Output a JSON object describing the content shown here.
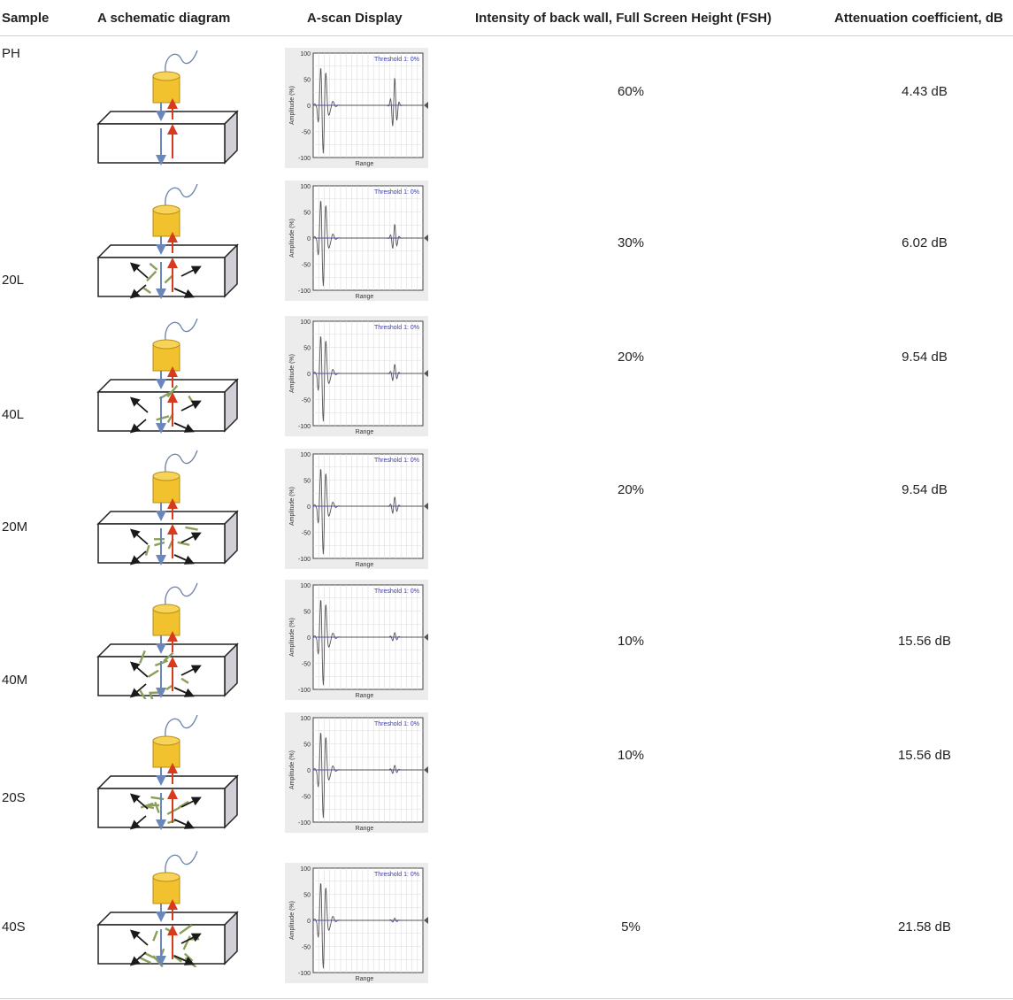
{
  "table": {
    "headers": {
      "sample": "Sample",
      "schematic": "A schematic diagram",
      "ascan": "A-scan Display",
      "fsh": "Intensity of back wall, Full Screen Height (FSH)",
      "attenuation": "Attenuation coefficient, dB"
    },
    "rows": [
      {
        "sample": "PH",
        "fsh": "60%",
        "attenuation": "4.43 dB"
      },
      {
        "sample": "20L",
        "fsh": "30%",
        "attenuation": "6.02 dB"
      },
      {
        "sample": "40L",
        "fsh": "20%",
        "attenuation": "9.54 dB"
      },
      {
        "sample": "20M",
        "fsh": "20%",
        "attenuation": "9.54 dB"
      },
      {
        "sample": "40M",
        "fsh": "10%",
        "attenuation": "15.56 dB"
      },
      {
        "sample": "20S",
        "fsh": "10%",
        "attenuation": "15.56 dB"
      },
      {
        "sample": "40S",
        "fsh": "5%",
        "attenuation": "21.58 dB"
      }
    ]
  },
  "ascan_plot": {
    "threshold_label": "Threshold 1: 0%",
    "y_axis_label": "Amplitude (%)",
    "x_axis_label": "Range",
    "y_ticks": [
      "100",
      "50",
      "0",
      "-50",
      "-100"
    ],
    "backwall_fsh_percent": [
      60,
      30,
      20,
      20,
      10,
      10,
      5
    ]
  },
  "diagram": {
    "fiber_counts": [
      0,
      4,
      5,
      6,
      9,
      8,
      12
    ]
  },
  "colors": {
    "transducer": "#f2c12e",
    "incident_arrow": "#6a86bb",
    "reflected_arrow": "#d83a1e",
    "fiber": "#8aa05a",
    "scatter_arrow": "#1a1a1a",
    "signal_line": "#555555",
    "baseline": "#4a4ac8"
  }
}
